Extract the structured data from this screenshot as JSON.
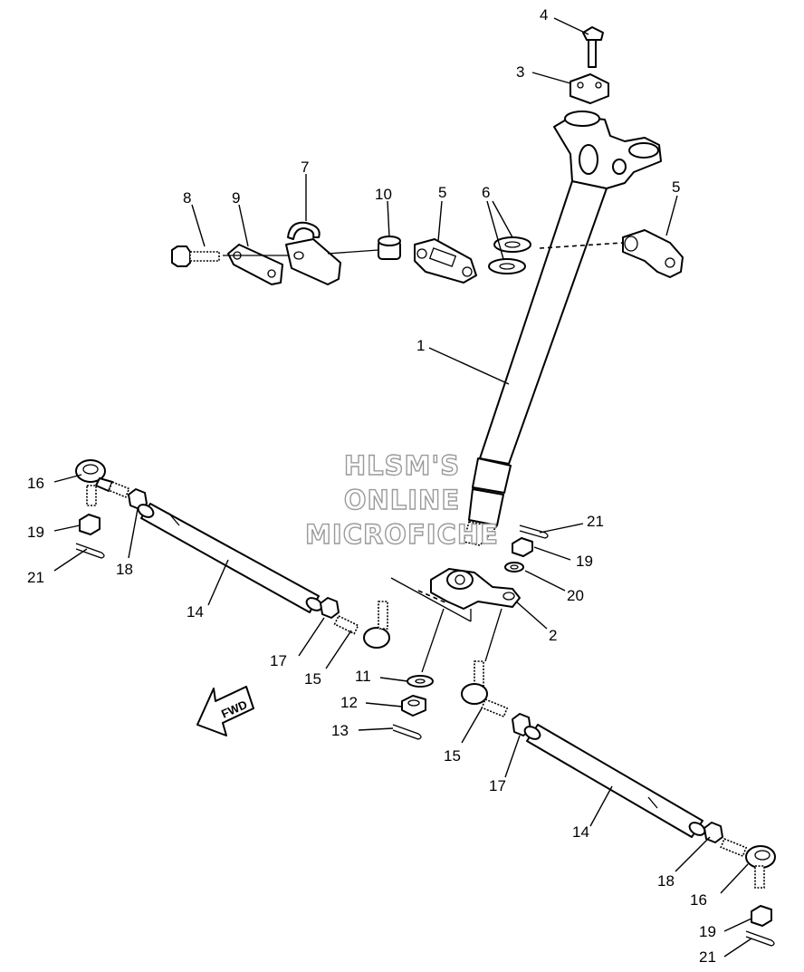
{
  "watermark": {
    "line1": "HLSM'S",
    "line2": "ONLINE",
    "line3": "MICROFICHE"
  },
  "arrow_label": "FWD",
  "callouts": {
    "c1": "1",
    "c2": "2",
    "c3": "3",
    "c4": "4",
    "c5a": "5",
    "c5b": "5",
    "c6": "6",
    "c7": "7",
    "c8": "8",
    "c9": "9",
    "c10": "10",
    "c11": "11",
    "c12": "12",
    "c13": "13",
    "c14a": "14",
    "c14b": "14",
    "c15a": "15",
    "c15b": "15",
    "c16a": "16",
    "c16b": "16",
    "c17a": "17",
    "c17b": "17",
    "c18a": "18",
    "c18b": "18",
    "c19a": "19",
    "c19b": "19",
    "c19c": "19",
    "c20": "20",
    "c21a": "21",
    "c21b": "21",
    "c21c": "21"
  }
}
